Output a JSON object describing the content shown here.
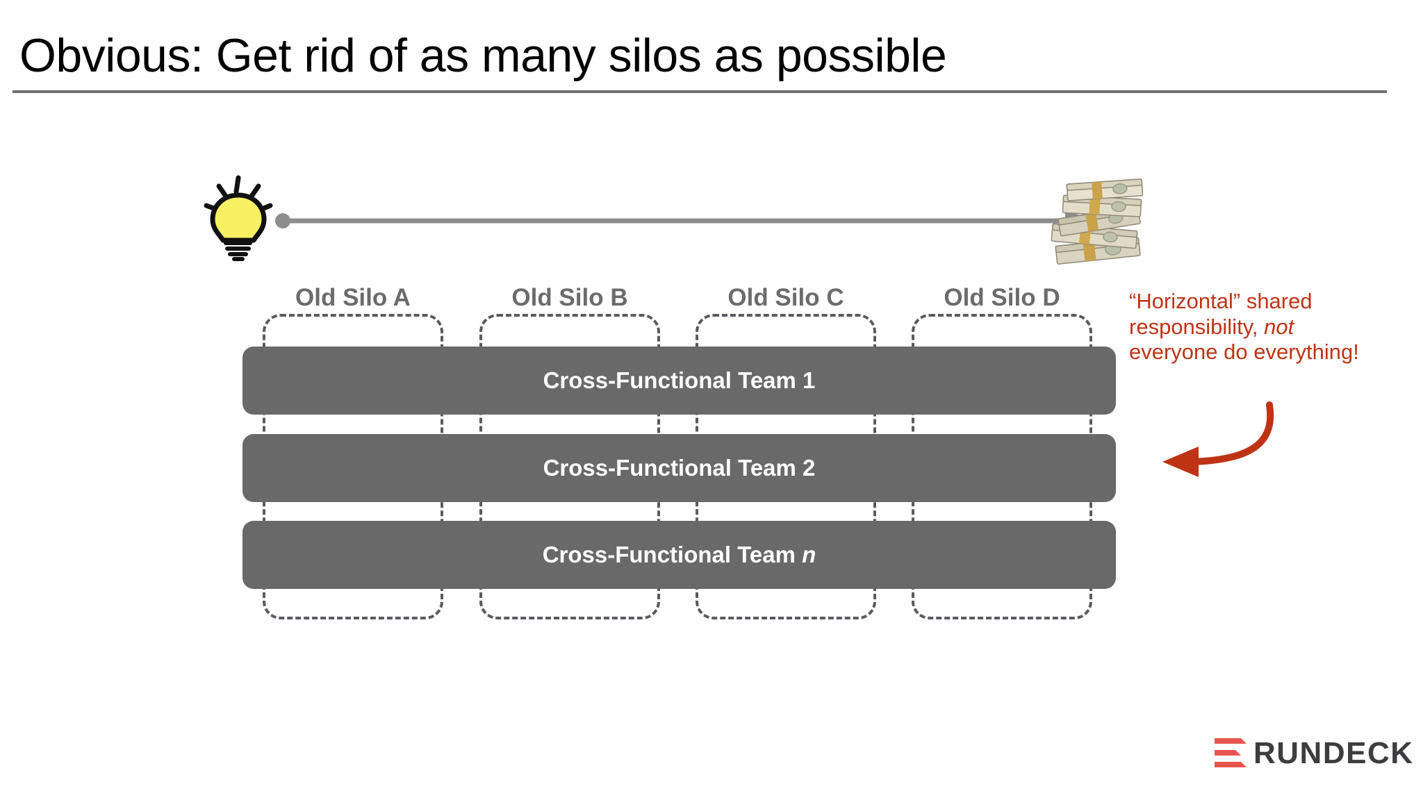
{
  "slide": {
    "title": "Obvious: Get rid of as many silos as possible"
  },
  "diagram": {
    "idea_icon": "lightbulb-icon",
    "value_icon": "money-stack-icon",
    "arrow_icon": "right-arrow",
    "silos": [
      {
        "label": "Old Silo A"
      },
      {
        "label": "Old Silo B"
      },
      {
        "label": "Old Silo C"
      },
      {
        "label": "Old Silo D"
      }
    ],
    "teams": [
      {
        "label": "Cross-Functional Team 1"
      },
      {
        "label": "Cross-Functional Team 2"
      },
      {
        "label_prefix": "Cross-Functional Team ",
        "label_italic": "n"
      }
    ]
  },
  "annotation": {
    "line1": "“Horizontal” shared",
    "line2_prefix": "responsibility, ",
    "line2_italic": "not",
    "line3": "everyone do everything!",
    "arrow_icon": "curved-arrow-left"
  },
  "branding": {
    "wordmark": "RUNDECK",
    "mark_icon": "rundeck-chevron-mark"
  },
  "colors": {
    "team_bar": "#696969",
    "silo_label": "#6b6b6b",
    "silo_border": "#5a5a61",
    "annotation_red": "#bf3315",
    "brand_red": "#e8554e",
    "brand_dark": "#3d3d3f",
    "bulb_yellow": "#f7f062",
    "rule_gray": "#6e6e6e"
  }
}
